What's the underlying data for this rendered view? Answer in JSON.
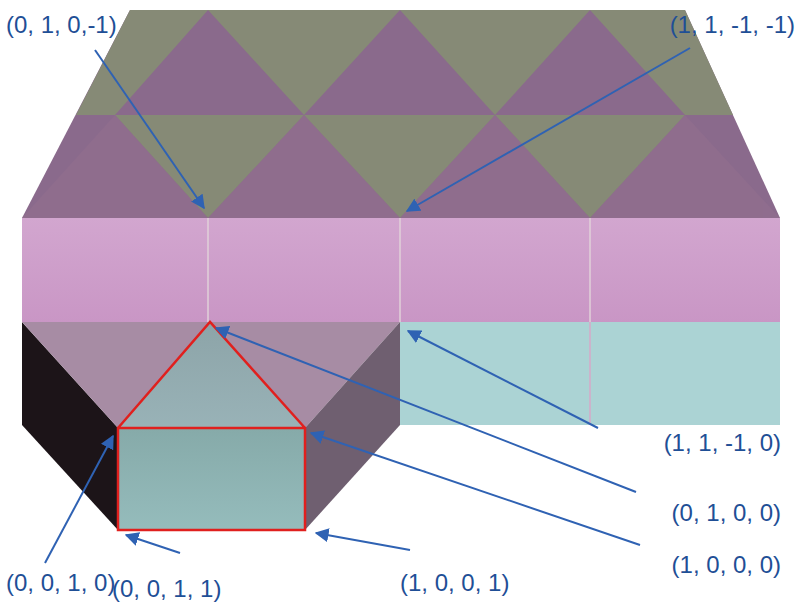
{
  "diagram": {
    "labels": [
      "(0, 1, 0,-1)",
      "(1, 1, -1, -1)",
      "(1, 1, -1, 0)",
      "(0, 1, 0, 0)",
      "(1, 0, 0, 0)",
      "(0, 0, 1, 0)",
      "(0, 0, 1, 1)",
      "(1, 0, 0, 1)"
    ]
  }
}
